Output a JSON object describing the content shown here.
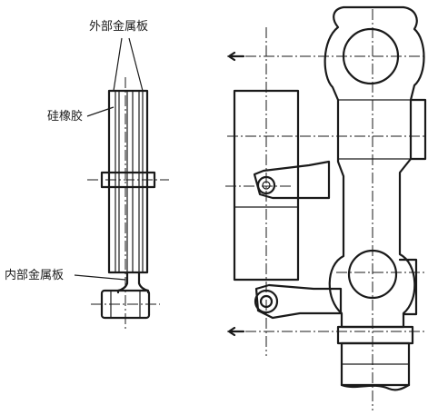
{
  "labels": {
    "outer_plate": "外部金属板",
    "silicone_rubber": "硅橡胶",
    "inner_plate": "内部金属板"
  },
  "colors": {
    "ink": "#1a1a1a",
    "background": "#ffffff"
  }
}
